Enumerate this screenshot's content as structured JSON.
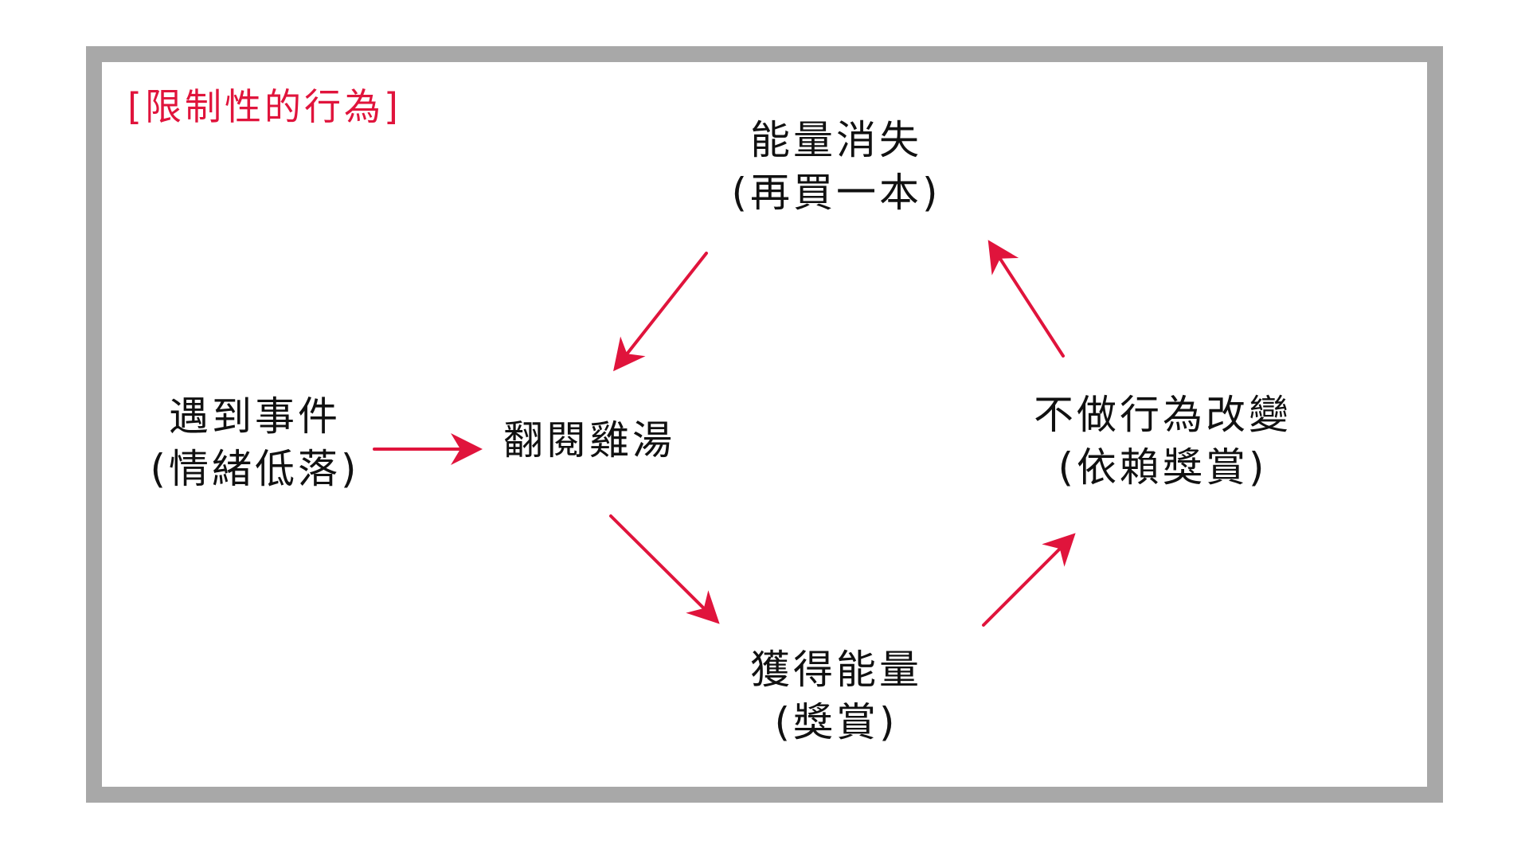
{
  "diagram": {
    "title": "[限制性的行為]",
    "accent_color": "#e0143c",
    "frame_color": "#a8a8a8",
    "nodes": {
      "event": {
        "line1": "遇到事件",
        "line2": "(情緒低落)"
      },
      "browse": {
        "line1": "翻閱雞湯"
      },
      "gain": {
        "line1": "獲得能量",
        "line2": "(獎賞)"
      },
      "no_change": {
        "line1": "不做行為改變",
        "line2": "(依賴獎賞)"
      },
      "energy_gone": {
        "line1": "能量消失",
        "line2": "(再買一本)"
      }
    },
    "edges": [
      {
        "from": "event",
        "to": "browse"
      },
      {
        "from": "browse",
        "to": "gain"
      },
      {
        "from": "gain",
        "to": "no_change"
      },
      {
        "from": "no_change",
        "to": "energy_gone"
      },
      {
        "from": "energy_gone",
        "to": "browse"
      }
    ]
  }
}
